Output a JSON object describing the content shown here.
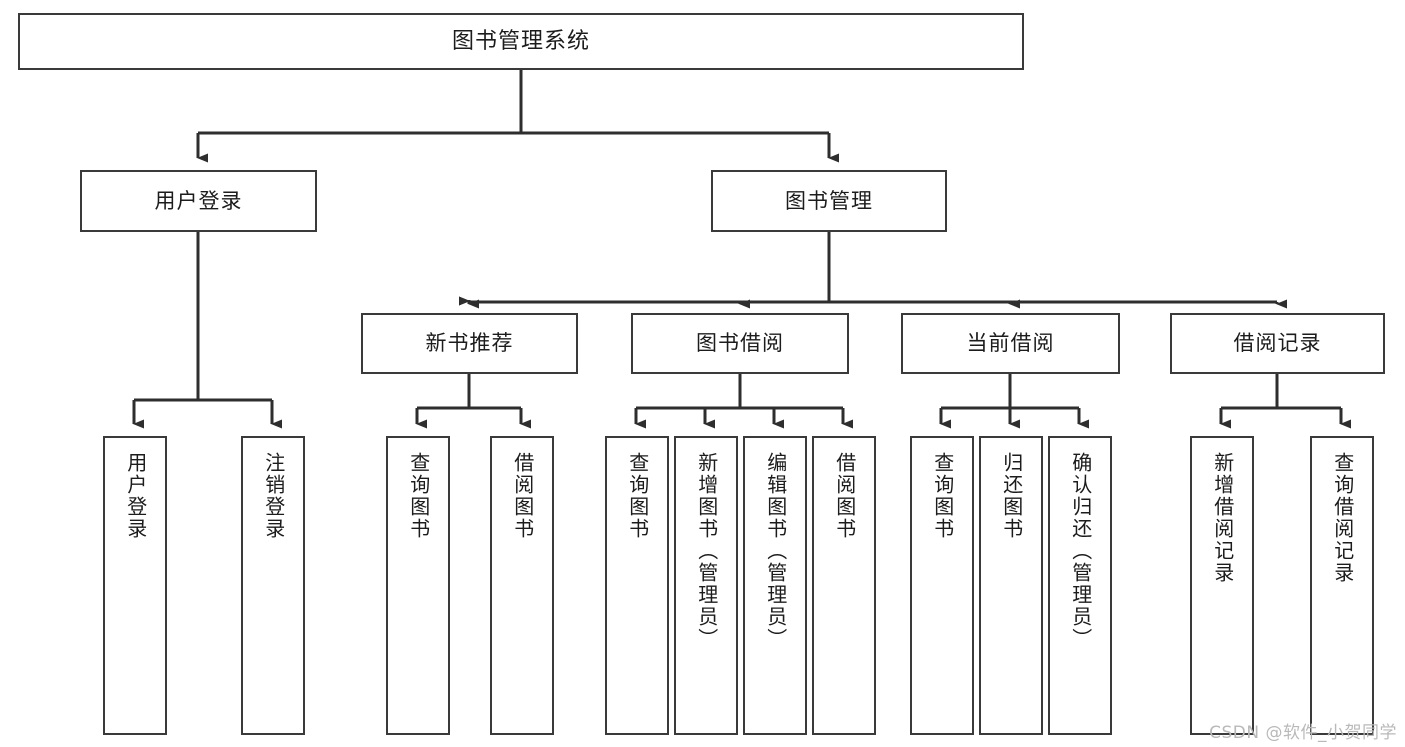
{
  "diagram": {
    "type": "tree",
    "title": "图书管理系统",
    "root": {
      "label": "图书管理系统"
    },
    "level2": [
      {
        "label": "用户登录"
      },
      {
        "label": "图书管理"
      }
    ],
    "level3": [
      {
        "label": "新书推荐"
      },
      {
        "label": "图书借阅"
      },
      {
        "label": "当前借阅"
      },
      {
        "label": "借阅记录"
      }
    ],
    "leaves": {
      "user_login": [
        {
          "label": "用户登录"
        },
        {
          "label": "注销登录"
        }
      ],
      "new_book": [
        {
          "label": "查询图书"
        },
        {
          "label": "借阅图书"
        }
      ],
      "borrow_book": [
        {
          "label": "查询图书"
        },
        {
          "label": "新增图书（管理员）"
        },
        {
          "label": "编辑图书（管理员）"
        },
        {
          "label": "借阅图书"
        }
      ],
      "current_borrow": [
        {
          "label": "查询图书"
        },
        {
          "label": "归还图书"
        },
        {
          "label": "确认归还（管理员）"
        }
      ],
      "borrow_record": [
        {
          "label": "新增借阅记录"
        },
        {
          "label": "查询借阅记录"
        }
      ]
    }
  },
  "watermark": {
    "text": "CSDN @软件_小贺同学"
  },
  "colors": {
    "border": "#3a3a3a",
    "line": "#2e2e2e",
    "text": "#1c1c1c",
    "background": "#ffffff",
    "watermark": "#b9b9b9"
  }
}
